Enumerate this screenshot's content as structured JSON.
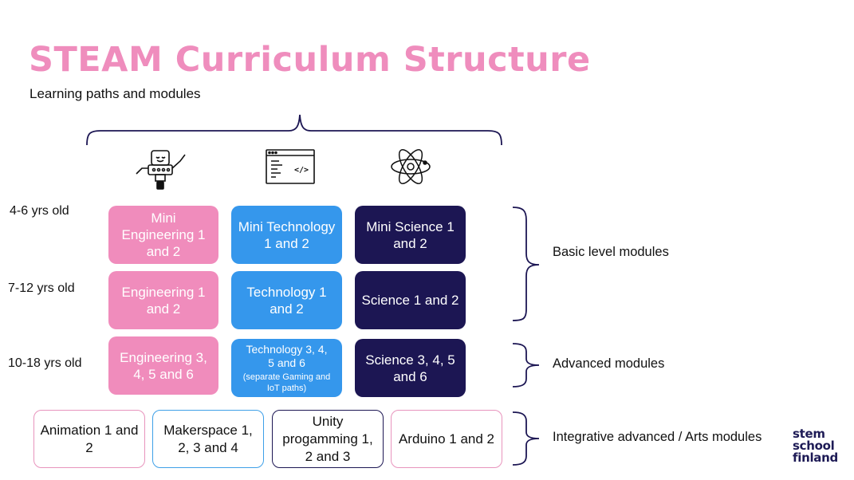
{
  "header": {
    "title": "STEAM Curriculum Structure",
    "subtitle": "Learning paths and modules"
  },
  "colors": {
    "title_pink": "#ef8dbd",
    "engineering": "#f08cbc",
    "technology": "#3597ec",
    "science": "#1c1653",
    "animation_border": "#e894bd",
    "makerspace_border": "#3ea0e8",
    "unity_border": "#1c1653",
    "arduino_border": "#e894bd"
  },
  "icons": [
    "robot-icon",
    "code-window-icon",
    "atom-icon"
  ],
  "age_groups": [
    "4-6 yrs old",
    "7-12 yrs old",
    "10-18 yrs old"
  ],
  "modules": {
    "engineering": [
      "Mini Engineering 1 and 2",
      "Engineering 1 and 2",
      "Engineering 3, 4, 5 and 6"
    ],
    "technology": [
      "Mini Technology 1 and 2",
      "Technology 1 and 2",
      "Technology 3, 4, 5 and 6",
      "(separate Gaming and IoT paths)"
    ],
    "science": [
      "Mini Science 1 and 2",
      "Science 1 and 2",
      "Science 3, 4, 5 and 6"
    ]
  },
  "integrative": [
    "Animation 1 and 2",
    "Makerspace 1, 2, 3 and 4",
    "Unity progamming 1, 2 and 3",
    "Arduino 1 and 2"
  ],
  "levels": {
    "basic": "Basic level modules",
    "advanced": "Advanced modules",
    "integrative": "Integrative advanced / Arts modules"
  },
  "logo": [
    "stem",
    "school",
    "finland"
  ]
}
